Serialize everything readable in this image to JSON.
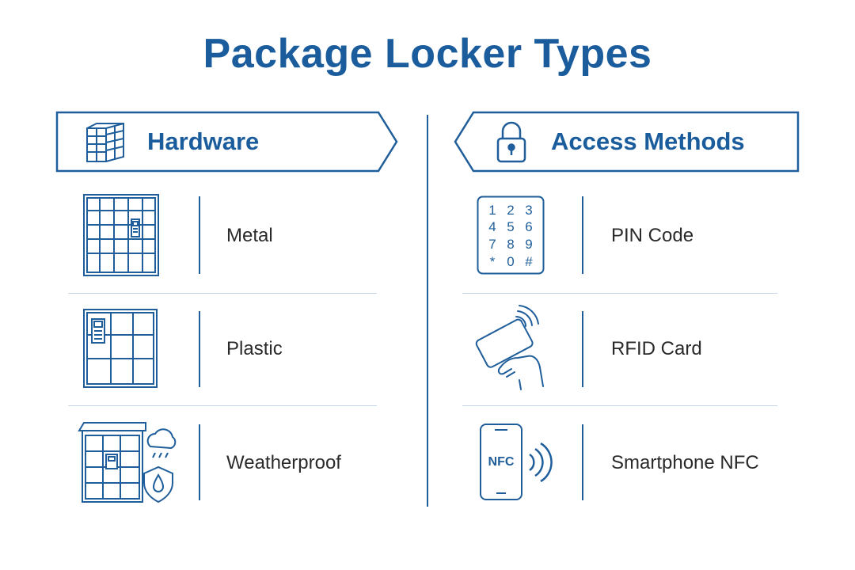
{
  "title": "Package Locker Types",
  "left": {
    "header": {
      "label": "Hardware",
      "icon": "locker-bank-icon"
    },
    "items": [
      {
        "label": "Metal",
        "icon": "metal-locker-icon"
      },
      {
        "label": "Plastic",
        "icon": "plastic-locker-icon"
      },
      {
        "label": "Weatherproof",
        "icon": "weatherproof-locker-icon"
      }
    ]
  },
  "right": {
    "header": {
      "label": "Access Methods",
      "icon": "padlock-icon"
    },
    "items": [
      {
        "label": "PIN Code",
        "icon": "keypad-icon"
      },
      {
        "label": "RFID Card",
        "icon": "rfid-card-icon"
      },
      {
        "label": "Smartphone NFC",
        "icon": "smartphone-nfc-icon",
        "icon_text": "NFC"
      }
    ]
  },
  "keypad_keys": [
    "1",
    "2",
    "3",
    "4",
    "5",
    "6",
    "7",
    "8",
    "9",
    "*",
    "0",
    "#"
  ],
  "colors": {
    "primary": "#1a5c9c",
    "stroke": "#1f5e9a",
    "separator": "#c7d6e6",
    "text": "#2a2a2a"
  }
}
